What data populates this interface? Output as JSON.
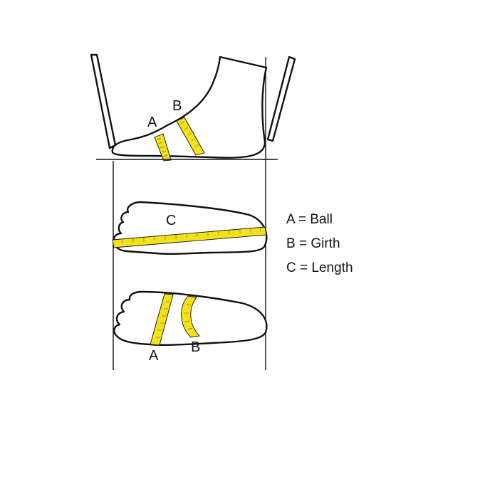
{
  "colors": {
    "tape": "#f2e21c",
    "line": "#111111"
  },
  "labels": {
    "side_a": "A",
    "side_b": "B",
    "top_c": "C",
    "bottom_a": "A",
    "bottom_b": "B"
  },
  "legend": [
    {
      "key": "A",
      "eq": "=",
      "value": "Ball"
    },
    {
      "key": "B",
      "eq": "=",
      "value": "Girth"
    },
    {
      "key": "C",
      "eq": "=",
      "value": "Length"
    }
  ]
}
